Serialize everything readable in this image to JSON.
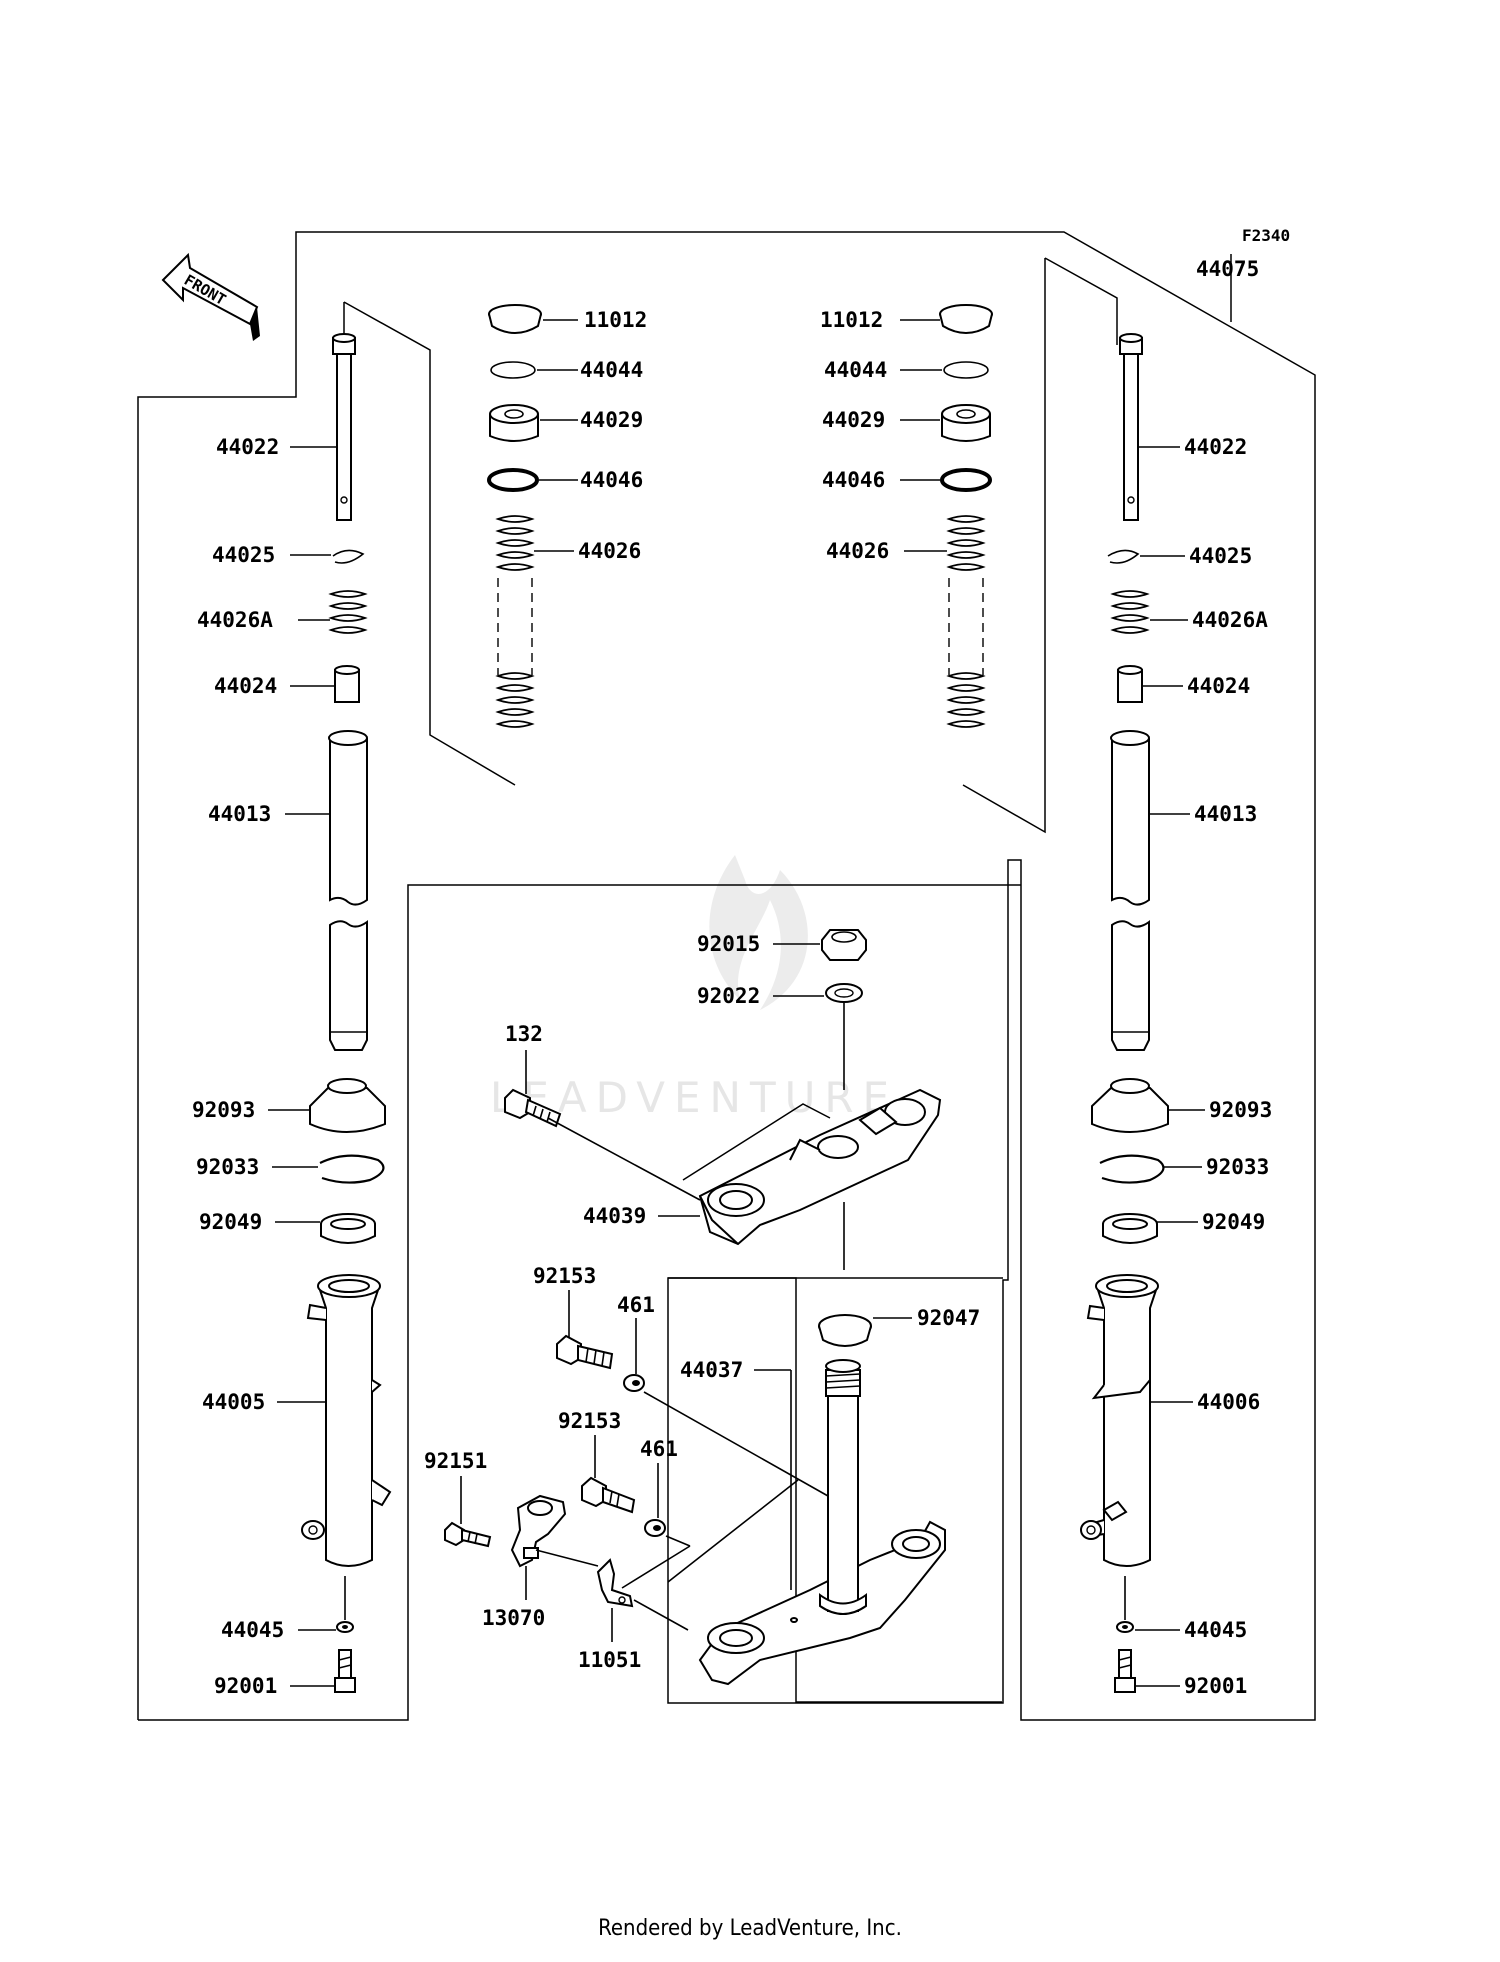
{
  "figure_id": "F2340",
  "footer": "Rendered by LeadVenture, Inc.",
  "watermark": "LEADVENTURE",
  "front_label": "FRONT",
  "labels": {
    "l44075": "44075",
    "l11012_l": "11012",
    "l44044_l": "44044",
    "l44029_l": "44029",
    "l44046_l": "44046",
    "l44026_l": "44026",
    "l11012_r": "11012",
    "l44044_r": "44044",
    "l44029_r": "44029",
    "l44046_r": "44046",
    "l44026_r": "44026",
    "l44022_l": "44022",
    "l44025_l": "44025",
    "l44026a_l": "44026A",
    "l44024_l": "44024",
    "l44013_l": "44013",
    "l92093_l": "92093",
    "l92033_l": "92033",
    "l92049_l": "92049",
    "l44005": "44005",
    "l44045_l": "44045",
    "l92001_l": "92001",
    "l44022_r": "44022",
    "l44025_r": "44025",
    "l44026a_r": "44026A",
    "l44024_r": "44024",
    "l44013_r": "44013",
    "l92093_r": "92093",
    "l92033_r": "92033",
    "l92049_r": "92049",
    "l44006": "44006",
    "l44045_r": "44045",
    "l92001_r": "92001",
    "l92015": "92015",
    "l92022": "92022",
    "l132": "132",
    "l44039": "44039",
    "l92153_a": "92153",
    "l461_a": "461",
    "l44037": "44037",
    "l92047": "92047",
    "l92153_b": "92153",
    "l461_b": "461",
    "l92151": "92151",
    "l13070": "13070",
    "l11051": "11051"
  }
}
